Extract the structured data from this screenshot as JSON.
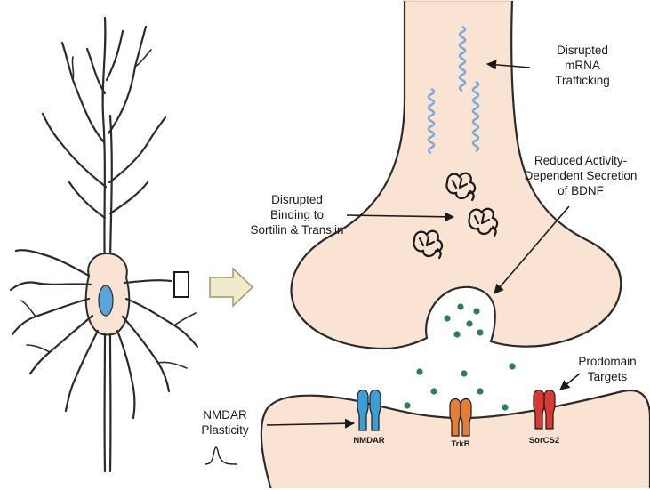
{
  "labels": {
    "mrna": [
      "Disrupted",
      "mRNA",
      "Trafficking"
    ],
    "secretion": [
      "Reduced Activity-",
      "Dependent Secretion",
      "of BDNF"
    ],
    "binding": [
      "Disrupted",
      "Binding to",
      "Sortilin & Translin"
    ],
    "prodomain": [
      "Prodomain",
      "Targets"
    ],
    "nmdar_plasticity": [
      "NMDAR",
      "Plasticity"
    ]
  },
  "receptors": {
    "nmdar": "NMDAR",
    "trkb": "TrkB",
    "sorcs2": "SorCS2"
  },
  "colors": {
    "cytoplasm": "#fbe3d3",
    "outline": "#2b2b2b",
    "nucleus": "#5aa6d9",
    "vesicle": "#2e7d5a",
    "mrna": "#7aa7d8",
    "nmdar": "#3b9fd6",
    "trkb": "#e07f3a",
    "sorcs2": "#d63a36",
    "arrow_fill": "#eeeacb"
  }
}
